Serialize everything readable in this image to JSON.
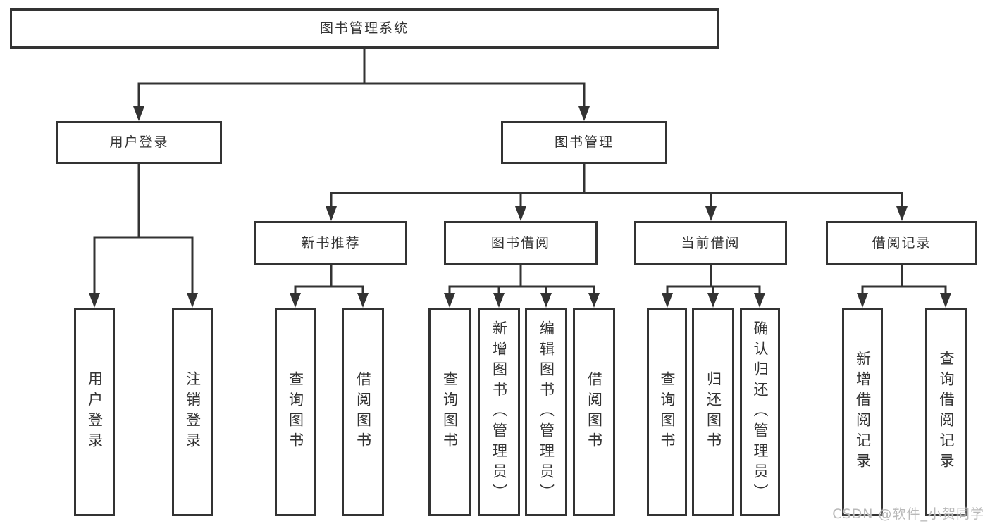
{
  "diagram": {
    "root": {
      "label": "图书管理系统"
    },
    "branches": [
      {
        "label": "用户登录",
        "children": [
          {
            "label": "用户登录"
          },
          {
            "label": "注销登录"
          }
        ]
      },
      {
        "label": "图书管理",
        "children": [
          {
            "label": "新书推荐",
            "children": [
              {
                "label": "查询图书"
              },
              {
                "label": "借阅图书"
              }
            ]
          },
          {
            "label": "图书借阅",
            "children": [
              {
                "label": "查询图书"
              },
              {
                "label": "新增图书（管理员）"
              },
              {
                "label": "编辑图书（管理员）"
              },
              {
                "label": "借阅图书"
              }
            ]
          },
          {
            "label": "当前借阅",
            "children": [
              {
                "label": "查询图书"
              },
              {
                "label": "归还图书"
              },
              {
                "label": "确认归还（管理员）"
              }
            ]
          },
          {
            "label": "借阅记录",
            "children": [
              {
                "label": "新增借阅记录"
              },
              {
                "label": "查询借阅记录"
              }
            ]
          }
        ]
      }
    ]
  },
  "watermark": {
    "text": "CSDN @软件_小贺同学"
  },
  "colors": {
    "line": "#333333",
    "box_border": "#333333",
    "text": "#333333",
    "watermark": "#b9b9b9",
    "background": "#ffffff"
  }
}
